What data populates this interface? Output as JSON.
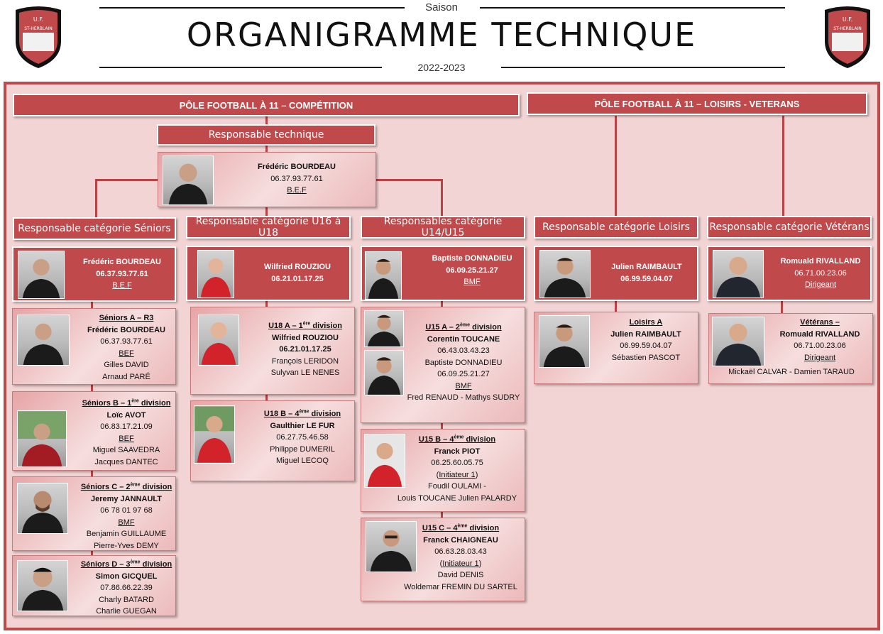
{
  "header": {
    "saison_label": "Saison",
    "title": "ORGANIGRAMME TECHNIQUE",
    "year": "2022-2023",
    "club_logo_text": "U.F. SAINT-HERBLAIN"
  },
  "poles": {
    "competition": "PÔLE FOOTBALL À 11 – COMPÉTITION",
    "loisirs": "PÔLE FOOTBALL À 11 – LOISIRS - VETERANS"
  },
  "technique": {
    "title": "Responsable technique",
    "name": "Frédéric BOURDEAU",
    "phone": "06.37.93.77.61",
    "diploma": "B.E.F"
  },
  "seniors": {
    "title": "Responsable catégorie Séniors",
    "resp": {
      "name": "Frédéric BOURDEAU",
      "phone": "06.37.93.77.61",
      "diploma": "B.E.F"
    },
    "teams": [
      {
        "team": "Séniors A – R3",
        "name": "Frédéric BOURDEAU",
        "phone": "06.37.93.77.61",
        "diploma": "BEF",
        "assistants": [
          "Gilles DAVID",
          "Arnaud PARÉ"
        ]
      },
      {
        "team": "Séniors B – 1",
        "sup": "ère",
        "rest": " division",
        "name": "Loïc AVOT",
        "phone": "06.83.17.21.09",
        "diploma": "BEF",
        "assistants": [
          "Miguel SAAVEDRA",
          "Jacques DANTEC"
        ]
      },
      {
        "team": "Séniors C – 2",
        "sup": "ème",
        "rest": " division",
        "name": "Jeremy JANNAULT",
        "phone": "06 78 01 97 68",
        "diploma": "BMF",
        "assistants": [
          "Benjamin GUILLAUME",
          "Pierre-Yves DEMY"
        ]
      },
      {
        "team": "Séniors D – 3",
        "sup": "ème",
        "rest": " division",
        "name": "Simon GICQUEL",
        "phone": "07.86.66.22.39",
        "assistants": [
          "Charly BATARD",
          "Charlie GUEGAN"
        ]
      }
    ]
  },
  "u16u18": {
    "title": "Responsable catégorie U16 à U18",
    "resp": {
      "name": "Wilfried ROUZIOU",
      "phone": "06.21.01.17.25"
    },
    "teams": [
      {
        "team": "U18 A – 1",
        "sup": "ère",
        "rest": " division",
        "name": "Wilfried ROUZIOU",
        "phone": "06.21.01.17.25",
        "assistants": [
          "François LERIDON",
          "Sulyvan LE NENES"
        ]
      },
      {
        "team": "U18 B – 4",
        "sup": "ème",
        "rest": " division",
        "name": "Gaulthier LE FUR",
        "phone": "06.27.75.46.58",
        "assistants": [
          "Philippe DUMERIL",
          "Miguel LECOQ"
        ]
      }
    ]
  },
  "u14u15": {
    "title": "Responsables catégorie U14/U15",
    "resp": {
      "name": "Baptiste DONNADIEU",
      "phone": "06.09.25.21.27",
      "diploma": "BMF"
    },
    "teams": [
      {
        "team": "U15 A – 2",
        "sup": "ème",
        "rest": " division",
        "name": "Corentin TOUCANE",
        "phone": "06.43.03.43.23",
        "name2": "Baptiste DONNADIEU",
        "phone2": "06.09.25.21.27",
        "diploma": "BMF",
        "assistants": [
          "Fred RENAUD - Mathys SUDRY"
        ]
      },
      {
        "team": "U15 B – 4",
        "sup": "ème",
        "rest": " division",
        "name": "Franck PIOT",
        "phone": "06.25.60.05.75",
        "diploma": "Initiateur 1",
        "diploma_pre": "(",
        "diploma_post": ")",
        "assistants": [
          "Foudil OULAMI -",
          "Louis TOUCANE Julien PALARDY"
        ]
      },
      {
        "team": "U15 C – 4",
        "sup": "ème",
        "rest": " division",
        "name": "Franck CHAIGNEAU",
        "phone": "06.63.28.03.43",
        "diploma": "Initiateur 1",
        "diploma_pre": "(",
        "diploma_post": ")",
        "assistants": [
          "David DENIS",
          "Woldemar FREMIN DU SARTEL"
        ]
      }
    ]
  },
  "loisirs": {
    "title": "Responsable catégorie Loisirs",
    "resp": {
      "name": "Julien RAIMBAULT",
      "phone": "06.99.59.04.07"
    },
    "team": {
      "team": "Loisirs A",
      "name": "Julien RAIMBAULT",
      "phone": "06.99.59.04.07",
      "assistants": [
        "Sébastien PASCOT"
      ]
    }
  },
  "veterans": {
    "title": "Responsable catégorie Vétérans",
    "resp": {
      "name": "Romuald RIVALLAND",
      "phone": "06.71.00.23.06",
      "role": "Dirigeant"
    },
    "team": {
      "team": "Vétérans –",
      "name": "Romuald RIVALLAND",
      "phone": "06.71.00.23.06",
      "role": "Dirigeant",
      "assistants": [
        "Mickaël CALVAR - Damien TARAUD"
      ]
    }
  },
  "colors": {
    "primary": "#c0494c",
    "background": "#f3d4d4",
    "connector": "#b94246"
  }
}
